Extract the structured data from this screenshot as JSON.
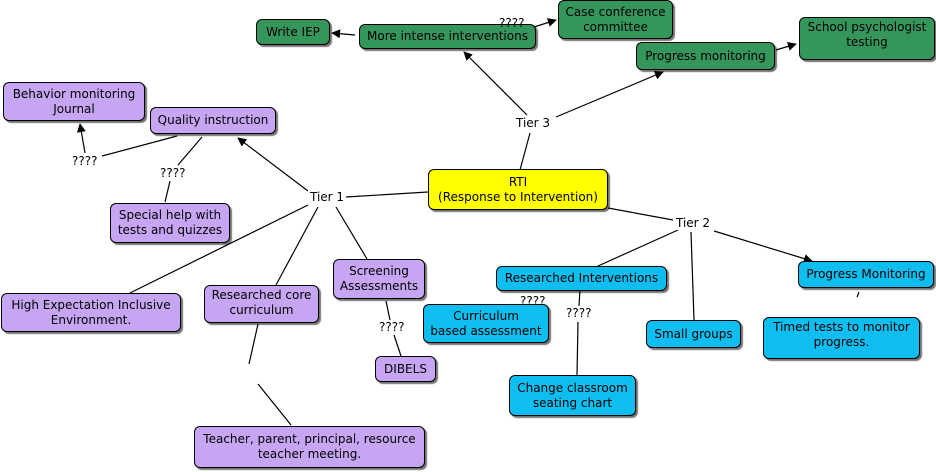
{
  "colors": {
    "tier1": "#c6a6f2",
    "tier3": "#35965c",
    "tier2": "#0fbef0",
    "root": "#ffff00",
    "line": "#000000"
  },
  "nodes": {
    "rti": "RTI\n(Response to Intervention)",
    "write_iep": "Write IEP",
    "more_intense": "More intense interventions",
    "case_conference": "Case conference\ncommittee",
    "progress_monitoring_t3": "Progress monitoring",
    "school_psych": "School psychologist\ntesting",
    "behavior_journal": "Behavior monitoring\nJournal",
    "quality_instruction": "Quality instruction",
    "special_help": "Special help with\ntests and quizzes",
    "high_expectation": "High Expectation Inclusive\nEnvironment.",
    "researched_core": "Researched core\ncurriculum",
    "screening": "Screening\nAssessments",
    "dibels": "DIBELS",
    "teacher_meeting": "Teacher, parent, principal, resource\nteacher meeting.",
    "researched_interventions": "Researched Interventions",
    "curriculum_assessment": "Curriculum\nbased assessment",
    "change_seating": "Change classroom\nseating chart",
    "small_groups": "Small groups",
    "progress_monitoring_t2": "Progress Monitoring",
    "timed_tests": "Timed tests to monitor\nprogress."
  },
  "labels": {
    "tier1": "Tier 1",
    "tier2": "Tier 2",
    "tier3": "Tier 3",
    "q_behavior": "????",
    "q_special": "????",
    "q_dibels": "????",
    "q_case": "????",
    "q_curriculum": "????",
    "q_seating": "????"
  }
}
